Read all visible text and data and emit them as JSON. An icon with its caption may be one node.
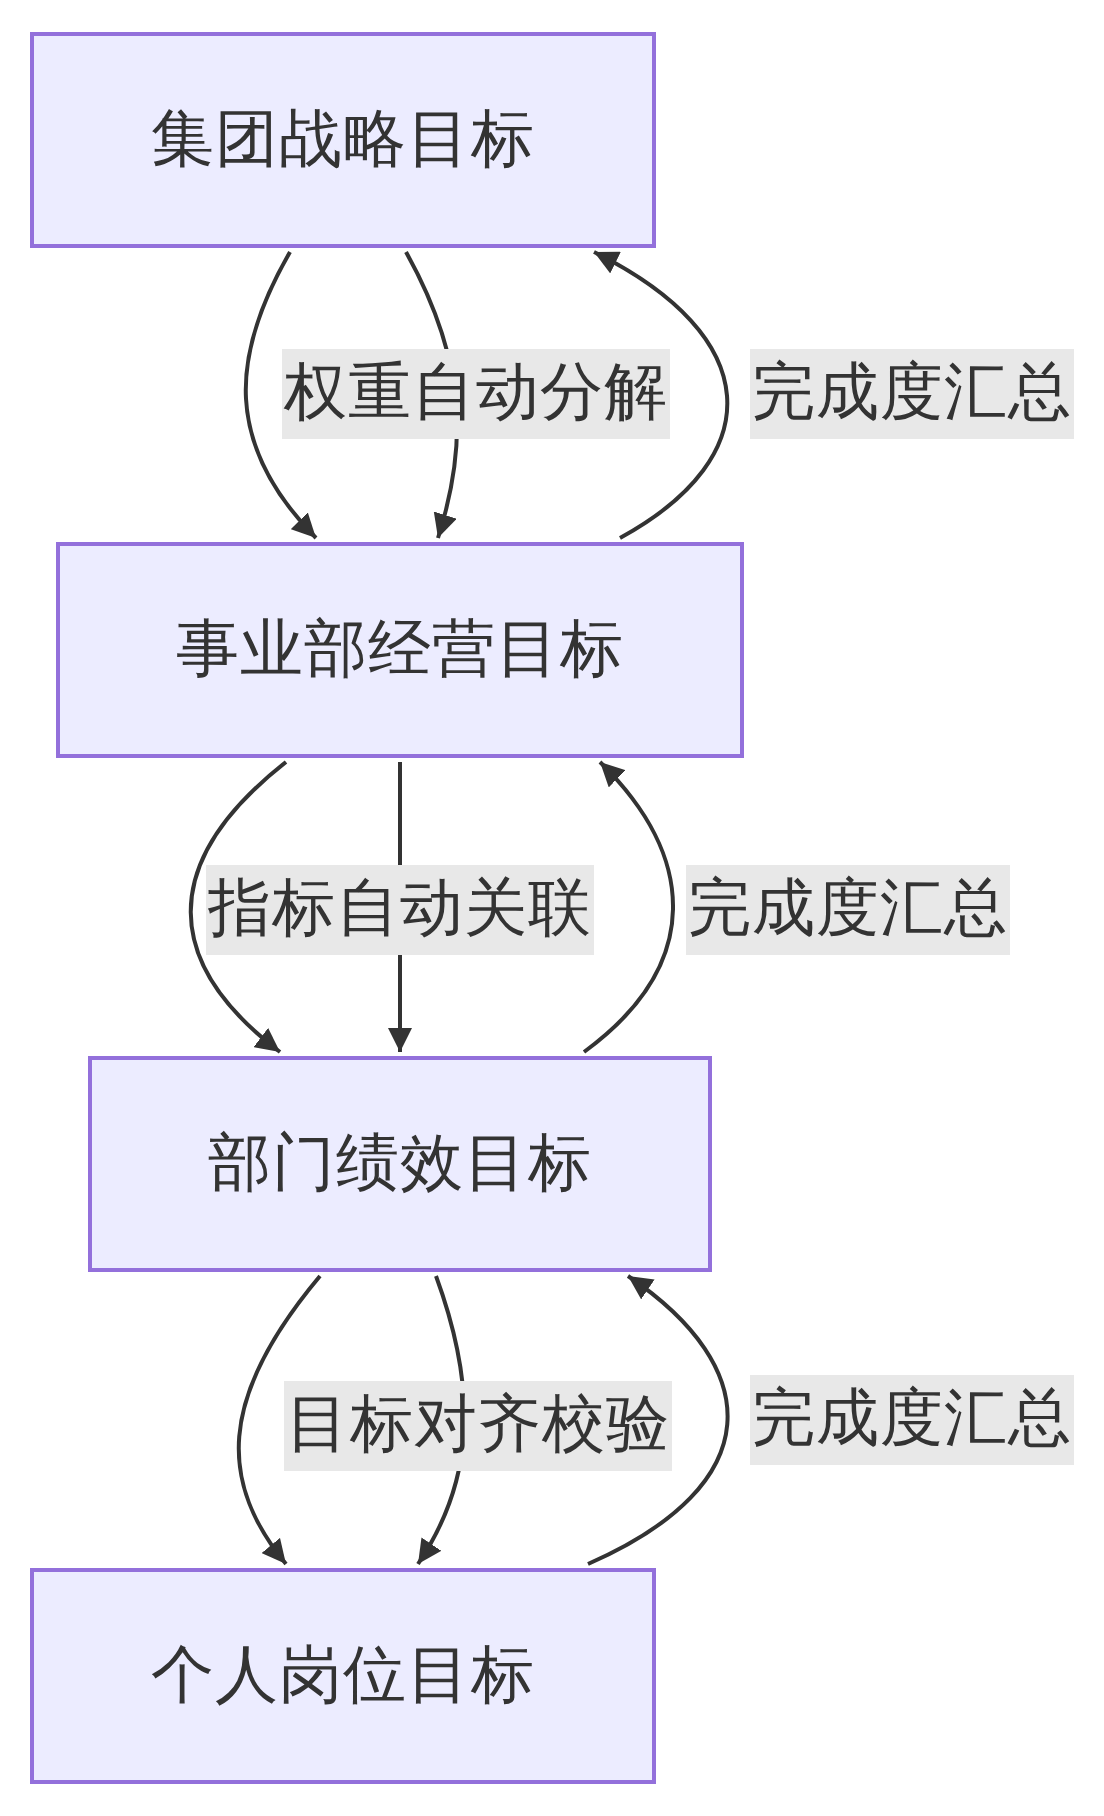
{
  "diagram": {
    "nodes": [
      {
        "text": [
          "集团战略目标"
        ]
      },
      {
        "text": [
          "事业部经营目标"
        ]
      },
      {
        "text": [
          "部门绩效目标"
        ]
      },
      {
        "text": [
          "个人岗位目标"
        ]
      }
    ],
    "edges": [
      {
        "from": 0,
        "to": 1,
        "arrow": "to"
      },
      {
        "from": 0,
        "to": 1,
        "arrow": "to",
        "label": "权重自动分解"
      },
      {
        "from": 1,
        "to": 0,
        "arrow": "to",
        "label": "完成度汇总"
      },
      {
        "from": 1,
        "to": 2,
        "arrow": "to"
      },
      {
        "from": 1,
        "to": 2,
        "arrow": "to",
        "label": "指标自动关联"
      },
      {
        "from": 2,
        "to": 1,
        "arrow": "to",
        "label": "完成度汇总"
      },
      {
        "from": 2,
        "to": 3,
        "arrow": "to"
      },
      {
        "from": 2,
        "to": 3,
        "arrow": "to",
        "label": "目标对齐校验"
      },
      {
        "from": 3,
        "to": 2,
        "arrow": "to",
        "label": "完成度汇总"
      }
    ]
  }
}
